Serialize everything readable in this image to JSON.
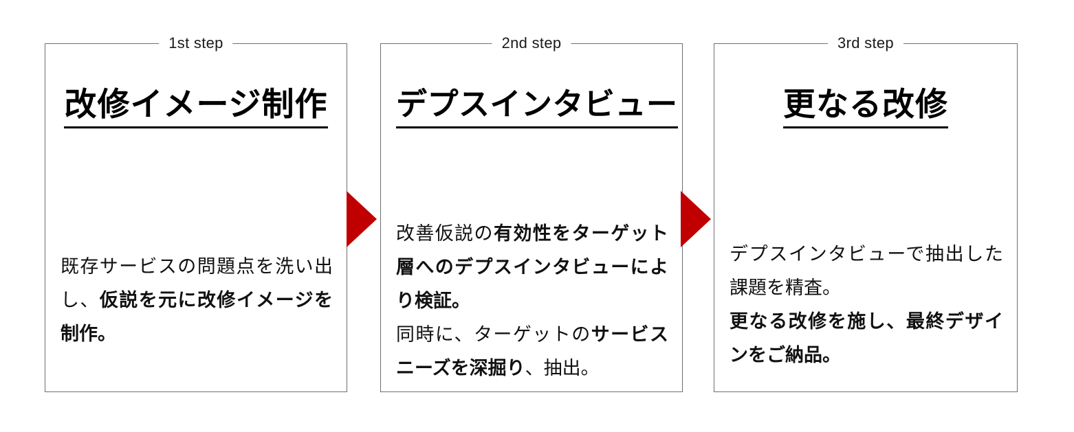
{
  "theme": {
    "background": "#ffffff",
    "card_border": "#6e6e73",
    "text": "#000000",
    "arrow_red": "#c00000"
  },
  "steps": [
    {
      "legend": "1st step",
      "heading": "改修イメージ制作",
      "body": [
        [
          {
            "text": "既存サービスの問題点を洗い出し、",
            "bold": false
          },
          {
            "text": "仮説を元に改修イメージを制作。",
            "bold": true
          }
        ]
      ]
    },
    {
      "legend": "2nd step",
      "heading": "デプスインタビュー",
      "body": [
        [
          {
            "text": "改善仮説の",
            "bold": false
          },
          {
            "text": "有効性をターゲット層へのデプスインタビューにより検証。",
            "bold": true
          }
        ],
        [
          {
            "text": "同時に、ターゲットの",
            "bold": false
          },
          {
            "text": "サービスニーズを深掘り",
            "bold": true
          },
          {
            "text": "、抽出。",
            "bold": false
          }
        ]
      ]
    },
    {
      "legend": "3rd step",
      "heading": "更なる改修",
      "body": [
        [
          {
            "text": "デプスインタビューで抽出した課題を精査。",
            "bold": false
          }
        ],
        [
          {
            "text": "更なる改修を施し、最終デザインをご納品。",
            "bold": true
          }
        ]
      ]
    }
  ],
  "arrows": [
    {
      "name": "arrow-step1-to-step2",
      "direction": "right"
    },
    {
      "name": "arrow-step2-to-step3",
      "direction": "right"
    }
  ]
}
